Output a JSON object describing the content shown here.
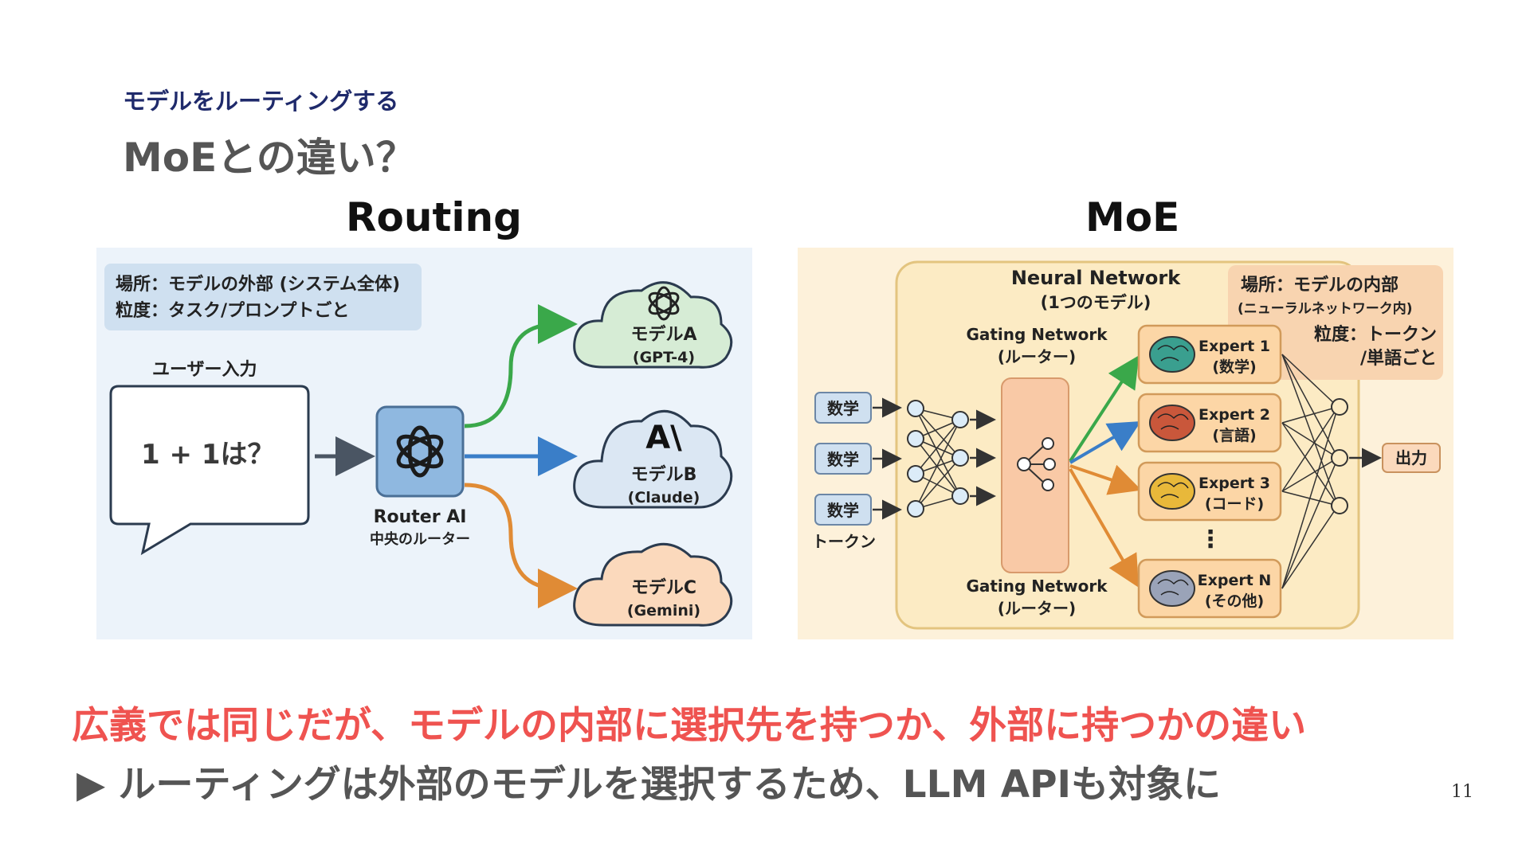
{
  "header": {
    "subtitle": "モデルをルーティングする",
    "title": "MoEとの違い？"
  },
  "routing": {
    "heading": "Routing",
    "info_line1": "場所：モデルの外部 (システム全体)",
    "info_line2": "粒度：タスク/プロンプトごと",
    "user_label": "ユーザー入力",
    "user_text": "1 + 1は？",
    "router_name": "Router AI",
    "router_sub": "中央のルーター",
    "models": [
      {
        "name": "モデルA",
        "sub": "(GPT-4)",
        "color": "#d6ecd5",
        "icon": "openai-logo-icon"
      },
      {
        "name": "モデルB",
        "sub": "(Claude)",
        "color": "#dbe7f3",
        "icon": "anthropic-logo-icon",
        "logo_text": "A\\"
      },
      {
        "name": "モデルC",
        "sub": "(Gemini)",
        "color": "#fbd9bc",
        "icon": ""
      }
    ],
    "arrow_colors": {
      "a": "#3aa84a",
      "b": "#3a7ec8",
      "c": "#e08b35"
    }
  },
  "moe": {
    "heading": "MoE",
    "nn_title": "Neural Network",
    "nn_sub": "(1つのモデル)",
    "info_line1": "場所：モデルの内部",
    "info_line2": "(ニューラルネットワーク内)",
    "info_line3": "粒度：トークン",
    "info_line4": "/単語ごと",
    "gating_top": "Gating Network",
    "gating_top_sub": "(ルーター)",
    "gating_bottom": "Gating Network",
    "gating_bottom_sub": "(ルーター)",
    "tokens": [
      "数学",
      "数学",
      "数学"
    ],
    "token_label": "トークン",
    "experts": [
      {
        "name": "Expert 1",
        "sub": "(数学)",
        "brain_color": "#3a9f8f"
      },
      {
        "name": "Expert 2",
        "sub": "(言語)",
        "brain_color": "#c9573b"
      },
      {
        "name": "Expert 3",
        "sub": "(コード)",
        "brain_color": "#e8b83a"
      },
      {
        "name": "Expert N",
        "sub": "(その他)",
        "brain_color": "#9aa3b8"
      }
    ],
    "ellipsis": "⋮",
    "output": "出力"
  },
  "notes": {
    "red": "広義では同じだが、モデルの内部に選択先を持つか、外部に持つかの違い",
    "gray": "▶ ルーティングは外部のモデルを選択するため、LLM APIも対象に"
  },
  "page_number": "11"
}
